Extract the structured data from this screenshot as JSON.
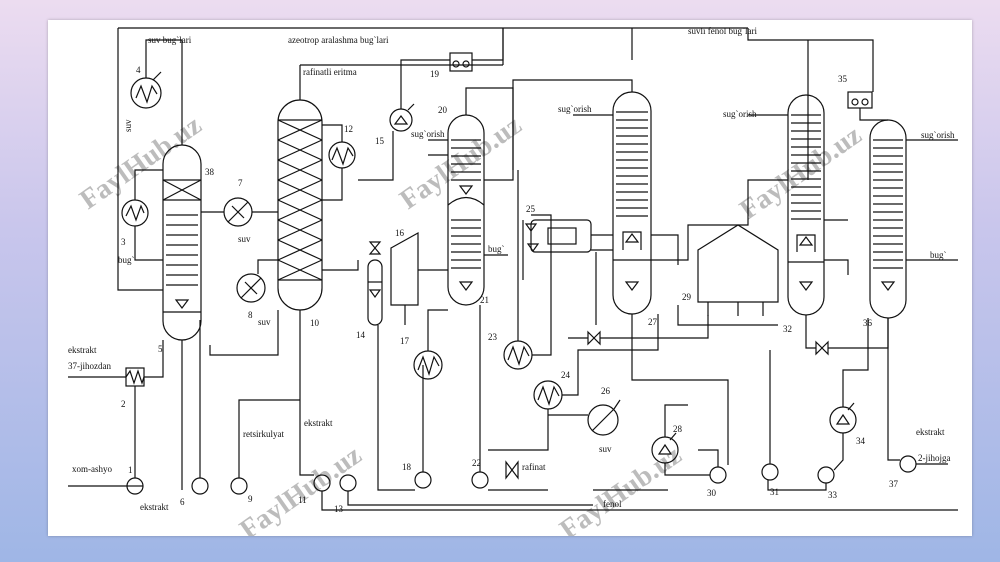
{
  "labels": {
    "suv_buglari": "suv bug`lari",
    "azeotrop": "azeotrop aralashma bug`lari",
    "suvli_fenol": "suvli fenol bug`lari",
    "rafinatli": "rafinatli eritma",
    "sug_orish_15": "sug`orish",
    "sug_orish_25": "sug`orish",
    "sug_orish_29": "sug`orish",
    "sug_orish_36": "sug`orish",
    "bug_3": "bug`",
    "bug_21": "bug`",
    "bug_36": "bug`",
    "suv_4": "suv",
    "suv_7": "suv",
    "suv_8": "suv",
    "suv_26": "suv",
    "ekstrakt_left": "ekstrakt",
    "jihozdan": "37-jihozdan",
    "xom_ashyo": "xom-ashyo",
    "ekstrakt_pump1": "ekstrakt",
    "retsirkulyat": "retsirkulyat",
    "ekstrakt_11": "ekstrakt",
    "rafinat": "rafinat",
    "fenol": "fenol",
    "ekstrakt_right": "ekstrakt",
    "jihozga": "2-jihojga"
  },
  "numbers": [
    "1",
    "2",
    "3",
    "4",
    "5",
    "6",
    "7",
    "8",
    "9",
    "10",
    "11",
    "12",
    "13",
    "14",
    "15",
    "16",
    "17",
    "18",
    "19",
    "20",
    "21",
    "22",
    "23",
    "24",
    "25",
    "26",
    "27",
    "28",
    "29",
    "30",
    "31",
    "32",
    "33",
    "34",
    "35",
    "36",
    "37",
    "38"
  ],
  "watermark": "FaylHub.uz"
}
